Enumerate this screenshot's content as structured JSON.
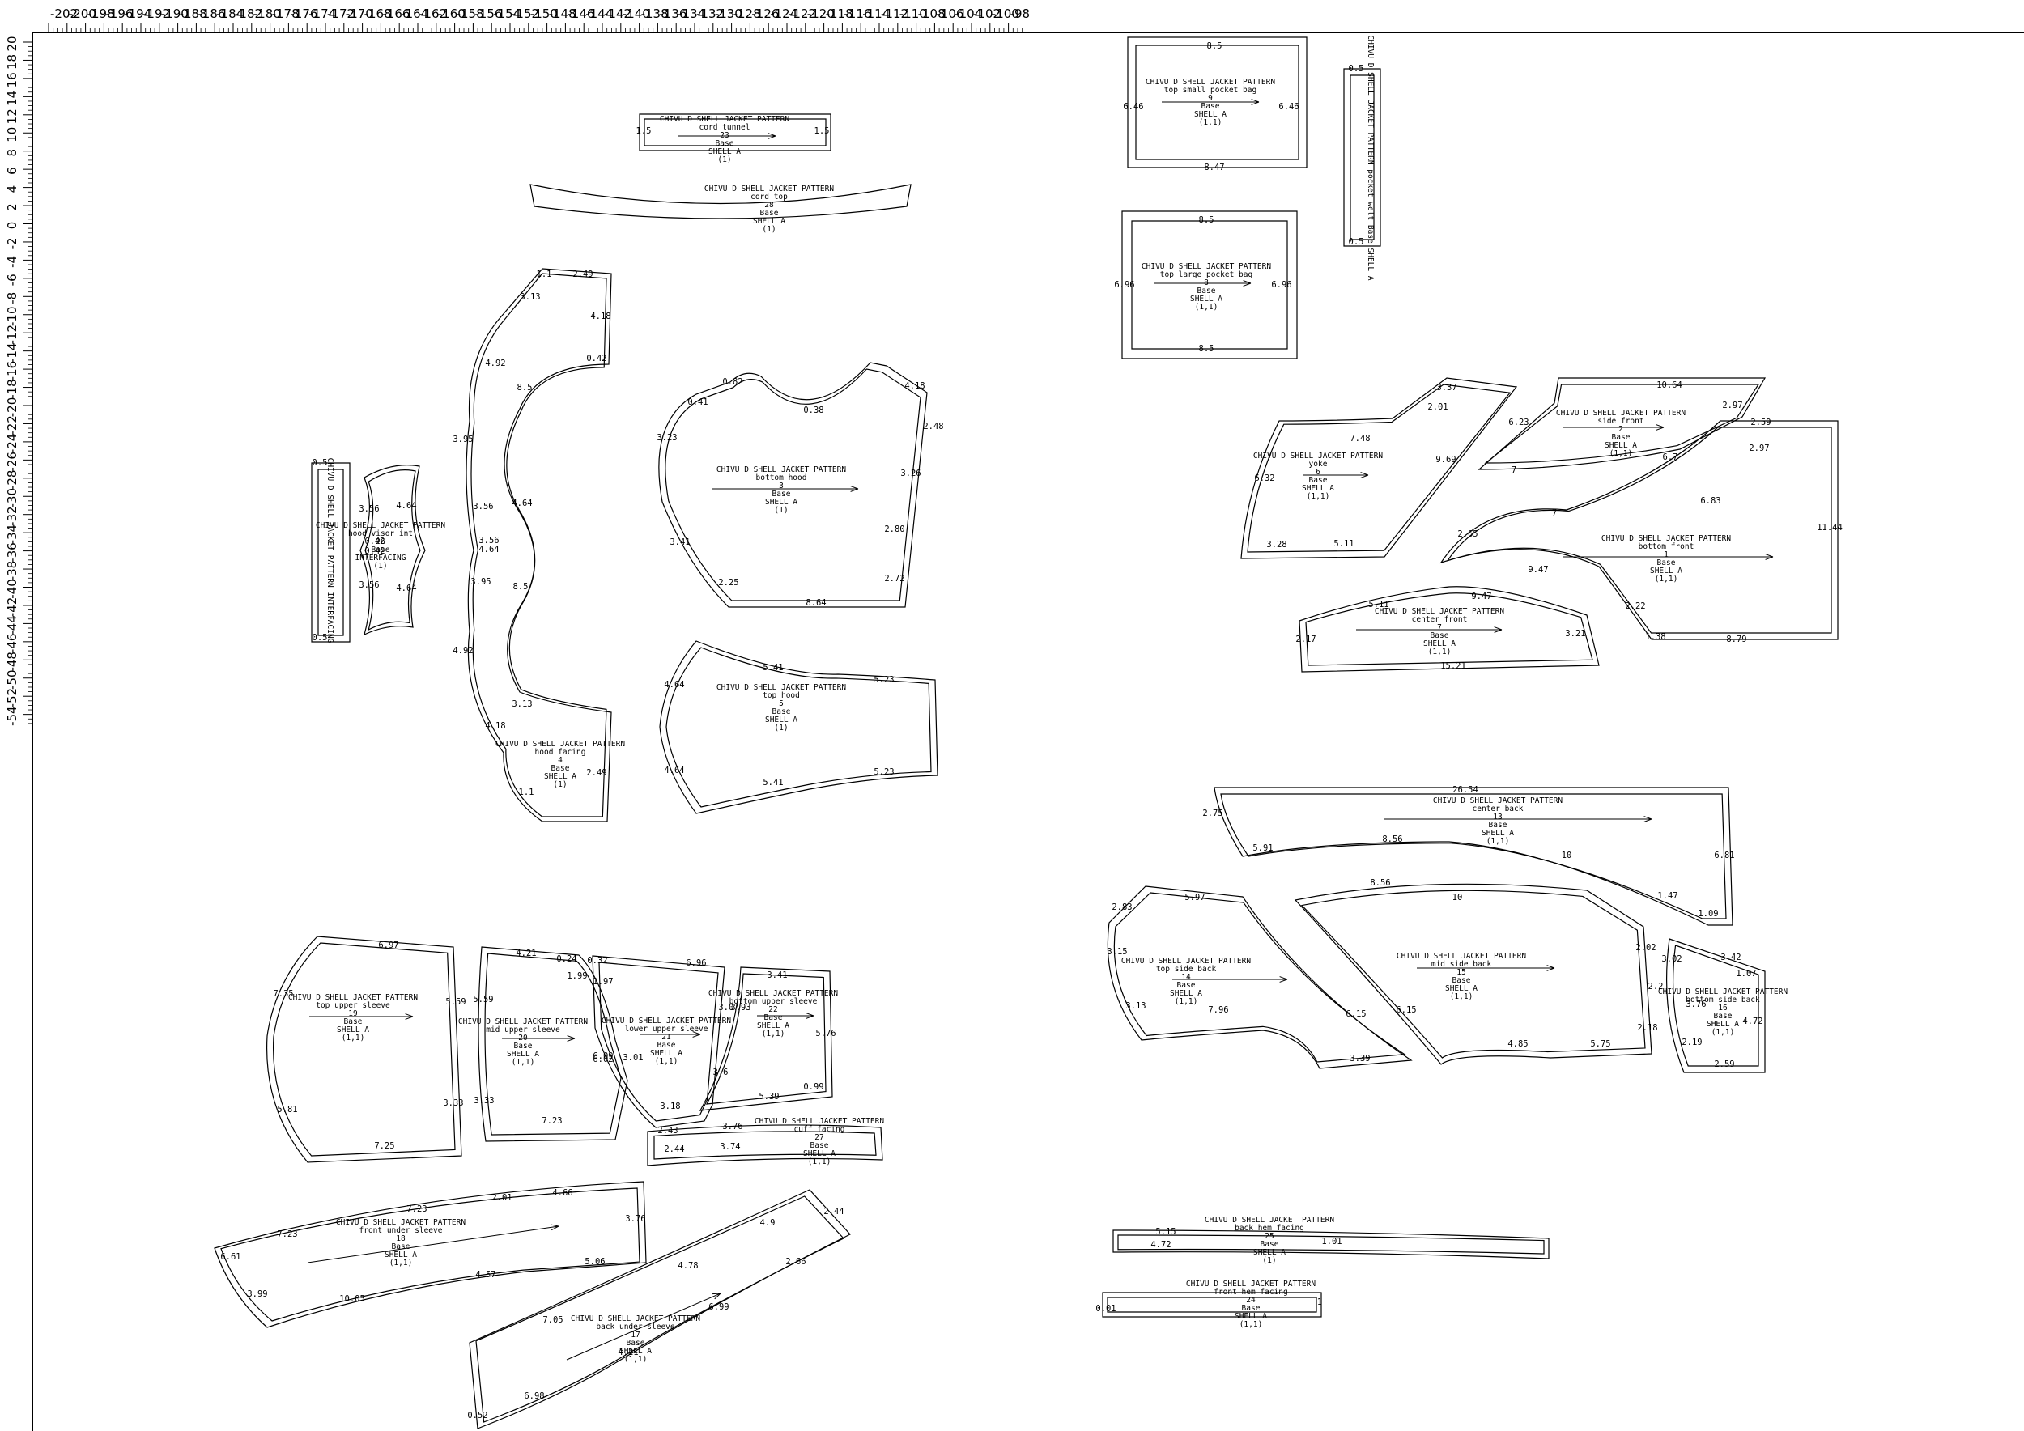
{
  "ruler": {
    "x_ticks": [
      -202,
      -200,
      -198,
      -196,
      -194,
      -192,
      -190,
      -188,
      -186,
      -184,
      -182,
      -180,
      -178,
      -176,
      -174,
      -172,
      -170,
      -168,
      -166,
      -164,
      -162,
      -160,
      -158,
      -156,
      -154,
      -152,
      -150,
      -148,
      -146,
      -144,
      -142,
      -140,
      -138,
      -136,
      -134,
      -132,
      -130,
      -128,
      -126,
      -124,
      -122,
      -120,
      -118,
      -116,
      -114,
      -112,
      -110,
      -108,
      -106,
      -104,
      -102,
      -100,
      -98
    ],
    "y_ticks": [
      20,
      18,
      16,
      14,
      12,
      10,
      8,
      6,
      4,
      2,
      0,
      -2,
      -4,
      -6,
      -8,
      -10,
      -12,
      -14,
      -16,
      -18,
      -20,
      -22,
      -24,
      -26,
      -28,
      -30,
      -32,
      -34,
      -36,
      -38,
      -40,
      -42,
      -44,
      -46,
      -48,
      -50,
      -52,
      -54
    ]
  },
  "pattern_title": "CHIVU D SHELL JACKET PATTERN",
  "pieces": [
    {
      "id": "cord-tunnel",
      "title": "CHIVU D SHELL JACKET PATTERN",
      "lines": [
        "cord tunnel",
        "23",
        "Base",
        "SHELL A",
        "(1)"
      ],
      "measures": [
        "1.5",
        "1.5"
      ]
    },
    {
      "id": "cord-top",
      "title": "CHIVU D SHELL JACKET PATTERN",
      "lines": [
        "cord top",
        "28",
        "Base",
        "SHELL A",
        "(1)"
      ],
      "measures": []
    },
    {
      "id": "top-small-pocket-bag",
      "title": "CHIVU D SHELL JACKET PATTERN",
      "lines": [
        "top small pocket bag",
        "9",
        "Base",
        "SHELL A",
        "(1,1)"
      ],
      "measures": [
        "8.5",
        "6.46",
        "6.46",
        "8.47"
      ]
    },
    {
      "id": "top-large-pocket-bag",
      "title": "CHIVU D SHELL JACKET PATTERN",
      "lines": [
        "top large pocket bag",
        "8",
        "Base",
        "SHELL A",
        "(1,1)"
      ],
      "measures": [
        "8.5",
        "6.96",
        "6.96",
        "8.5"
      ]
    },
    {
      "id": "pocket-strip",
      "title": "CHIVU D SHELL JACKET PATTERN",
      "lines": [
        "pocket welt",
        "Base",
        "SHELL A"
      ],
      "measures": [
        "0.5",
        "0.5"
      ]
    },
    {
      "id": "hood-visor-strip",
      "title": "CHIVU D SHELL JACKET PATTERN",
      "lines": [
        "INTERFACING"
      ],
      "measures": [
        "0.5",
        "0.5"
      ]
    },
    {
      "id": "hood-visor-int",
      "title": "CHIVU D SHELL JACKET PATTERN",
      "lines": [
        "hood visor int",
        "26",
        "Base",
        "INTERFACING",
        "(1)"
      ],
      "measures": [
        "3.56",
        "4.64",
        "3.56",
        "4.64",
        "0.42",
        "0.42"
      ]
    },
    {
      "id": "hood-facing",
      "title": "CHIVU D SHELL JACKET PATTERN",
      "lines": [
        "hood facing",
        "4",
        "Base",
        "SHELL A",
        "(1)"
      ],
      "measures": [
        "1.1",
        "2.49",
        "3.13",
        "4.18",
        "0.42",
        "4.92",
        "8.5",
        "3.95",
        "3.56",
        "4.64",
        "3.56",
        "4.64",
        "3.95",
        "8.5",
        "4.92",
        "3.13",
        "4.18",
        "1.1",
        "2.49"
      ]
    },
    {
      "id": "bottom-hood",
      "title": "CHIVU D SHELL JACKET PATTERN",
      "lines": [
        "bottom hood",
        "3",
        "Base",
        "SHELL A",
        "(1)"
      ],
      "measures": [
        "0.82",
        "0.38",
        "0.41",
        "4.18",
        "2.48",
        "3.23",
        "3.26",
        "3.41",
        "2.80",
        "2.72",
        "2.25",
        "8.64"
      ]
    },
    {
      "id": "top-hood",
      "title": "CHIVU D SHELL JACKET PATTERN",
      "lines": [
        "top hood",
        "5",
        "Base",
        "SHELL A",
        "(1)"
      ],
      "measures": [
        "4.64",
        "5.41",
        "5.23",
        "4.64",
        "5.41",
        "5.23"
      ]
    },
    {
      "id": "yoke",
      "title": "CHIVU D SHELL JACKET PATTERN",
      "lines": [
        "yoke",
        "6",
        "Base",
        "SHELL A",
        "(1,1)"
      ],
      "measures": [
        "3.37",
        "2.01",
        "7.48",
        "9.69",
        "6.32",
        "3.28",
        "5.11"
      ]
    },
    {
      "id": "side-front",
      "title": "CHIVU D SHELL JACKET PATTERN",
      "lines": [
        "side front",
        "2",
        "Base",
        "SHELL A",
        "(1,1)"
      ],
      "measures": [
        "10.64",
        "6.23",
        "2.97",
        "6.7",
        "7"
      ]
    },
    {
      "id": "bottom-front",
      "title": "CHIVU D SHELL JACKET PATTERN",
      "lines": [
        "bottom front",
        "1",
        "Base",
        "SHELL A",
        "(1,1)"
      ],
      "measures": [
        "2.59",
        "2.97",
        "6.83",
        "7",
        "2.65",
        "9.47",
        "11.44",
        "2.22",
        "1.38",
        "8.79"
      ]
    },
    {
      "id": "center-front",
      "title": "CHIVU D SHELL JACKET PATTERN",
      "lines": [
        "center front",
        "7",
        "Base",
        "SHELL A",
        "(1,1)"
      ],
      "measures": [
        "9.47",
        "5.11",
        "3.21",
        "2.17",
        "15.21"
      ]
    },
    {
      "id": "center-back",
      "title": "CHIVU D SHELL JACKET PATTERN",
      "lines": [
        "center back",
        "13",
        "Base",
        "SHELL A",
        "(1,1)"
      ],
      "measures": [
        "26.54",
        "2.75",
        "5.91",
        "8.56",
        "10",
        "6.81",
        "1.47",
        "1.09"
      ]
    },
    {
      "id": "top-side-back",
      "title": "CHIVU D SHELL JACKET PATTERN",
      "lines": [
        "top side back",
        "14",
        "Base",
        "SHELL A",
        "(1,1)"
      ],
      "measures": [
        "5.97",
        "2.83",
        "3.15",
        "3.13",
        "7.96",
        "6.15",
        "3.39"
      ]
    },
    {
      "id": "mid-side-back",
      "title": "CHIVU D SHELL JACKET PATTERN",
      "lines": [
        "mid side back",
        "15",
        "Base",
        "SHELL A",
        "(1,1)"
      ],
      "measures": [
        "8.56",
        "10",
        "2.02",
        "2.2",
        "2.18",
        "4.85",
        "5.75",
        "6.15"
      ]
    },
    {
      "id": "bottom-side-back",
      "title": "CHIVU D SHELL JACKET PATTERN",
      "lines": [
        "bottom side back",
        "16",
        "Base",
        "SHELL A",
        "(1,1)"
      ],
      "measures": [
        "3.02",
        "3.42",
        "1.07",
        "3.76",
        "4.72",
        "2.19",
        "2.59"
      ]
    },
    {
      "id": "top-upper-sleeve",
      "title": "CHIVU D SHELL JACKET PATTERN",
      "lines": [
        "top upper sleeve",
        "19",
        "Base",
        "SHELL A",
        "(1,1)"
      ],
      "measures": [
        "6.97",
        "7.35",
        "5.59",
        "3.33",
        "5.81",
        "7.25"
      ]
    },
    {
      "id": "mid-upper-sleeve",
      "title": "CHIVU D SHELL JACKET PATTERN",
      "lines": [
        "mid upper sleeve",
        "20",
        "Base",
        "SHELL A",
        "(1,1)"
      ],
      "measures": [
        "4.21",
        "0.24",
        "1.99",
        "5.59",
        "3.33",
        "6.09",
        "7.23"
      ]
    },
    {
      "id": "lower-upper-sleeve",
      "title": "CHIVU D SHELL JACKET PATTERN",
      "lines": [
        "lower upper sleeve",
        "21",
        "Base",
        "SHELL A",
        "(1,1)"
      ],
      "measures": [
        "0.32",
        "6.96",
        "1.97",
        "6.02",
        "3.01",
        "3.18"
      ]
    },
    {
      "id": "bottom-upper-sleeve",
      "title": "CHIVU D SHELL JACKET PATTERN",
      "lines": [
        "bottom upper sleeve",
        "22",
        "Base",
        "SHELL A",
        "(1,1)"
      ],
      "measures": [
        "3.41",
        "3.07",
        "3.93",
        "5.76",
        "3.6",
        "5.39",
        "0.99"
      ]
    },
    {
      "id": "cuff-facing",
      "title": "CHIVU D SHELL JACKET PATTERN",
      "lines": [
        "cuff facing",
        "27",
        "Base",
        "SHELL A",
        "(1,1)"
      ],
      "measures": [
        "2.43",
        "3.76",
        "2.44",
        "3.74"
      ]
    },
    {
      "id": "front-under-sleeve",
      "title": "CHIVU D SHELL JACKET PATTERN",
      "lines": [
        "front under sleeve",
        "18",
        "Base",
        "SHELL A",
        "(1,1)"
      ],
      "measures": [
        "7.23",
        "2.01",
        "4.66",
        "3.76",
        "7.23",
        "6.61",
        "5.06",
        "4.57",
        "3.99",
        "10.05"
      ]
    },
    {
      "id": "back-under-sleeve",
      "title": "CHIVU D SHELL JACKET PATTERN",
      "lines": [
        "back under sleeve",
        "17",
        "Base",
        "SHELL A",
        "(1,1)"
      ],
      "measures": [
        "4.9",
        "2.44",
        "4.78",
        "2.66",
        "7.05",
        "6.99",
        "4.21",
        "6.98",
        "0.52"
      ]
    },
    {
      "id": "back-hem-facing",
      "title": "CHIVU D SHELL JACKET PATTERN",
      "lines": [
        "back hem facing",
        "25",
        "Base",
        "SHELL A",
        "(1)"
      ],
      "measures": [
        "5.15",
        "4.72",
        "1.01"
      ]
    },
    {
      "id": "front-hem-facing",
      "title": "CHIVU D SHELL JACKET PATTERN",
      "lines": [
        "front hem facing",
        "24",
        "Base",
        "SHELL A",
        "(1,1)"
      ],
      "measures": [
        "0.01",
        "1"
      ]
    }
  ]
}
